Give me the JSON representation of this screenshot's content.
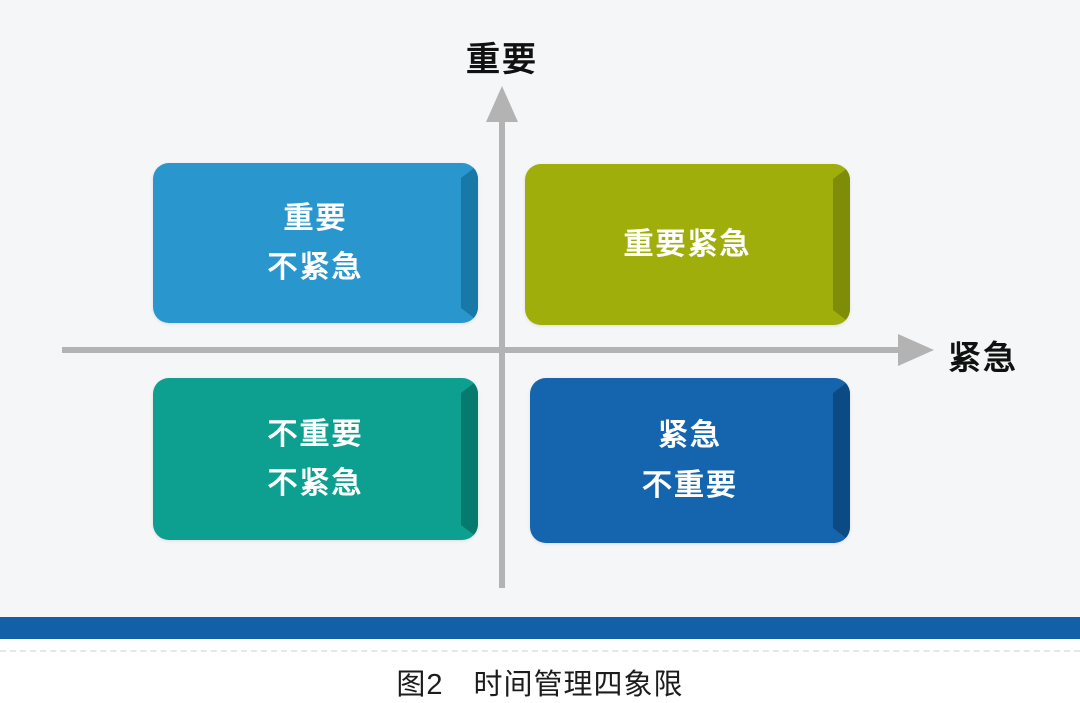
{
  "axes": {
    "y_label": "重要",
    "x_label": "紧急"
  },
  "quadrants": [
    {
      "id": "important-not-urgent",
      "lines": [
        "重要",
        "不紧急"
      ],
      "color": "#2997cd",
      "edge_color": "#1878a8"
    },
    {
      "id": "important-urgent",
      "lines": [
        "重要紧急"
      ],
      "color": "#9fae0a",
      "edge_color": "#7e8c08"
    },
    {
      "id": "not-important-not-urgent",
      "lines": [
        "不重要",
        "不紧急"
      ],
      "color": "#0da090",
      "edge_color": "#067a6d"
    },
    {
      "id": "urgent-not-important",
      "lines": [
        "紧急",
        "不重要"
      ],
      "color": "#1565ae",
      "edge_color": "#0c4a83"
    }
  ],
  "caption": "图2　时间管理四象限",
  "colors": {
    "background": "#f5f6f7",
    "axis": "#b3b3b3",
    "axis_label_text": "#111111",
    "quadrant_text": "#ffffff",
    "bottom_bar": "#1261a8",
    "caption_text": "#1c1c1c",
    "caption_background": "#ffffff"
  }
}
